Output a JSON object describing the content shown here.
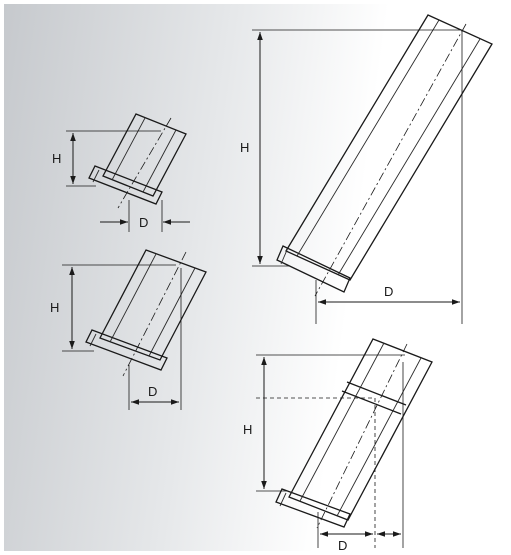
{
  "diagram": {
    "colors": {
      "background_light": "#ffffff",
      "background_dark": "#c9ccd0",
      "tube_light": "#e4e6e9",
      "tube_dark": "#8d9196",
      "stroke": "#1a1a1a"
    },
    "labels": {
      "small_top_h": "H",
      "small_top_d": "D",
      "small_mid_h": "H",
      "small_mid_d": "D",
      "large_h": "H",
      "large_d": "D",
      "bottom_h": "H",
      "bottom_d": "D"
    }
  }
}
